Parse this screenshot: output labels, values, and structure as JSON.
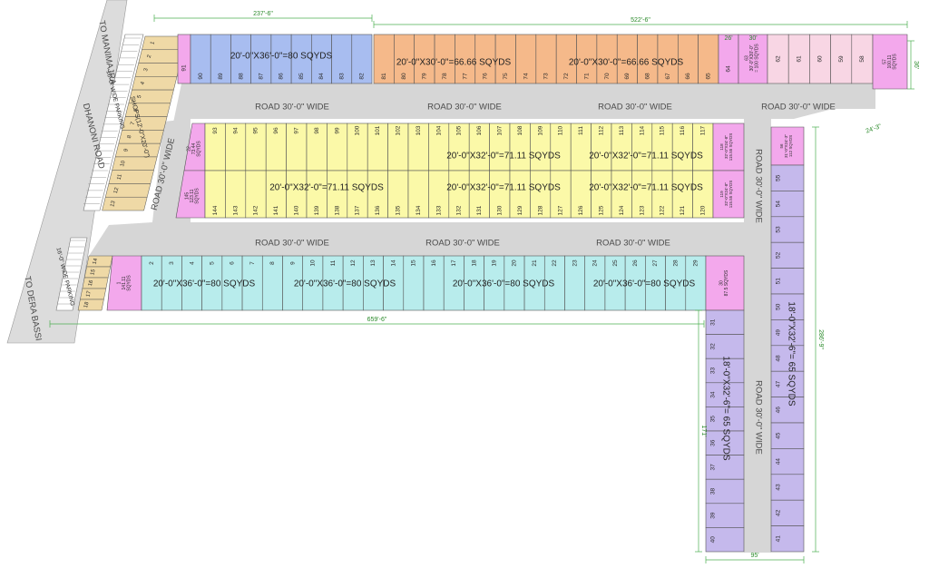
{
  "labels": {
    "road_h": "ROAD 30'-0\" WIDE",
    "road_v": "ROAD 30'-0\" WIDE",
    "dhanoni_road": "DHANONI ROAD",
    "to_manimajra": "TO MANIMAJRA",
    "to_dera_bassi": "TO DERA BASSI",
    "sqyds_80": "20'-0\"X36'-0\"=80 SQYDS",
    "sqyds_6666": "20'-0\"X30'-0\"=66.66 SQYDS",
    "sqyds_7111": "20'-0\"X32'-0\"=71.11 SQYDS",
    "sqyds_65": "18'-0\"X32'-6\"= 65 SQYDS",
    "shops": "SHOPS(12'-0\"X20'-0\")",
    "parking_top": "16'-0\" WIDE PARKING",
    "parking_bottom": "16'-0\" WIDE PARKING"
  },
  "dimensions": {
    "top_left": "237'-6\"",
    "top_right": "522'-6\"",
    "bottom": "659'-6\"",
    "right_height": "286'-9\"",
    "left_height": "171'",
    "bottom_width": "95'",
    "right_top": "36'",
    "right_small": "24'-3\"",
    "top_26": "26'",
    "top_30": "30'"
  },
  "corner_plots": {
    "c22": "22\n73.44\nSQYDS",
    "c145": "145\n123.11\nSQYDS",
    "c1": "1\n141.11\nSQYDS",
    "c29": "30\n87.5 SQYDS",
    "c118": "118\n32'-0\"X24'-8\"\n115.55 SQYDS",
    "c119": "119\n32'-0\"X24'-8\"\n115.55 SQYDS",
    "c63": "63\n30'-0\"X30'-0\"\n= 100 SQYDS",
    "c56": "56\n31'-0\"X24'-3\"\n112 SQYDS",
    "c57": "57\n100.11\nSQYDS"
  },
  "rows": {
    "top_blue": [
      "90",
      "89",
      "88",
      "87",
      "86",
      "85",
      "84",
      "83",
      "82"
    ],
    "top_blue_extra": "91",
    "top_orange": [
      "81",
      "80",
      "79",
      "78",
      "77",
      "76",
      "75",
      "74",
      "73",
      "72",
      "71",
      "70",
      "69",
      "68",
      "67",
      "66",
      "65"
    ],
    "top_pink": [
      "62",
      "61",
      "60",
      "59",
      "58"
    ],
    "mid_top": [
      "93",
      "94",
      "95",
      "96",
      "97",
      "98",
      "99",
      "100",
      "101",
      "102",
      "103",
      "104",
      "105",
      "106",
      "107",
      "108",
      "109",
      "110",
      "111",
      "112",
      "113",
      "114",
      "115",
      "116",
      "117"
    ],
    "mid_bottom": [
      "144",
      "143",
      "142",
      "141",
      "140",
      "139",
      "138",
      "137",
      "136",
      "135",
      "134",
      "133",
      "132",
      "131",
      "130",
      "129",
      "128",
      "127",
      "126",
      "125",
      "124",
      "123",
      "122",
      "121",
      "120"
    ],
    "bottom_cyan": [
      "2",
      "3",
      "4",
      "5",
      "6",
      "7",
      "8",
      "9",
      "10",
      "11",
      "12",
      "13",
      "14",
      "15",
      "16",
      "17",
      "18",
      "19",
      "20",
      "21",
      "22",
      "23",
      "24",
      "25",
      "26",
      "27",
      "28",
      "29"
    ],
    "right_inner": [
      "31",
      "32",
      "33",
      "34",
      "35",
      "36",
      "37",
      "38",
      "39",
      "40"
    ],
    "right_outer": [
      "55",
      "54",
      "53",
      "52",
      "51",
      "50",
      "49",
      "48",
      "47",
      "46",
      "45",
      "44",
      "43",
      "42",
      "41"
    ],
    "shops_top": [
      "1",
      "2",
      "3",
      "4",
      "5",
      "6",
      "7",
      "8",
      "9",
      "10",
      "11",
      "12",
      "13"
    ],
    "shops_bottom": [
      "14",
      "15",
      "16",
      "17",
      "18"
    ]
  },
  "colors": {
    "blue": "#a8bdf0",
    "orange": "#f5b98a",
    "pink_light": "#f8d6e4",
    "magenta": "#f3a8ec",
    "yellow": "#fbf9a8",
    "cyan": "#b8ecec",
    "purple": "#c5b9ec",
    "shop": "#efd9a6",
    "road": "#d6d6d6",
    "outline": "#555555"
  }
}
